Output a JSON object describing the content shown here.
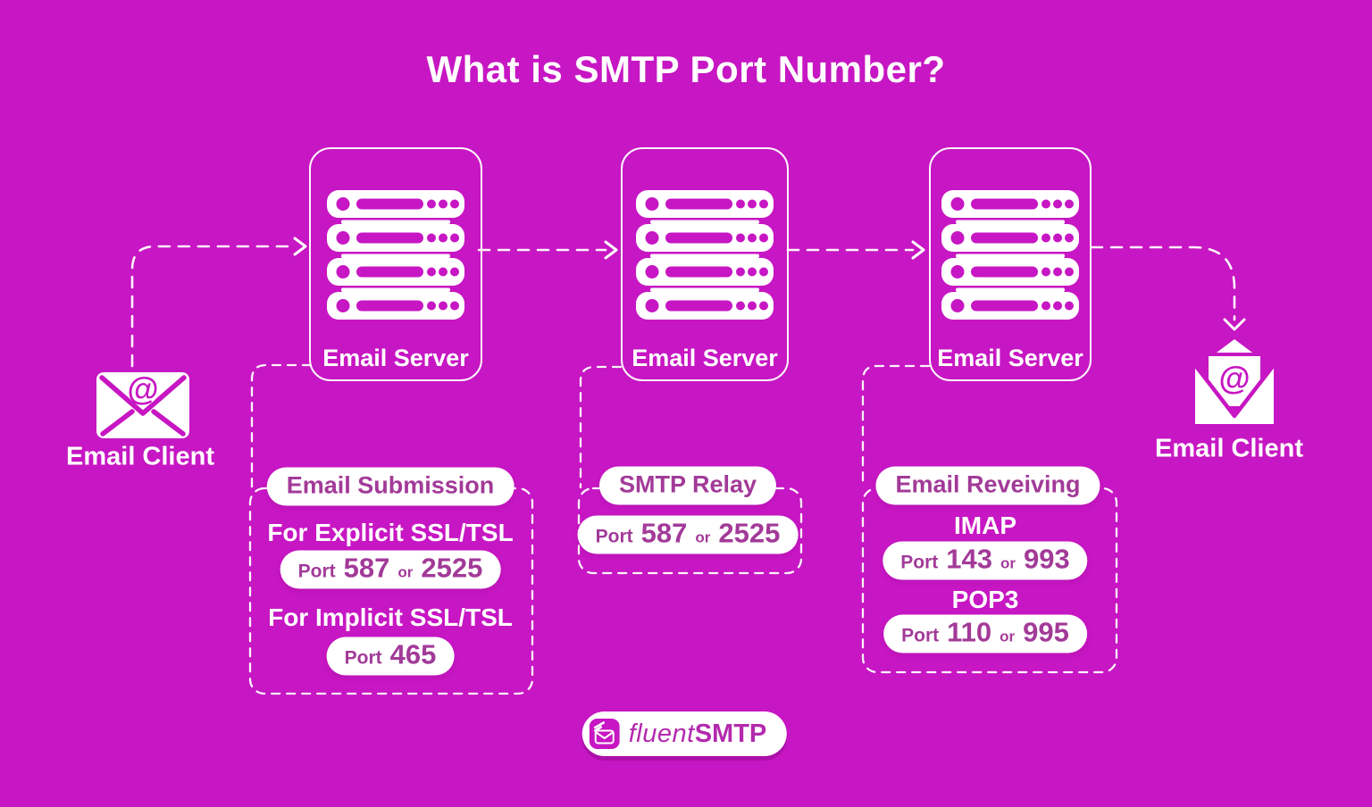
{
  "title": "What is SMTP Port Number?",
  "colors": {
    "background": "#C716C3",
    "accent_text": "#A23A98",
    "logo_text": "#B32AAD",
    "white": "#FFFFFF"
  },
  "clients": {
    "left_label": "Email Client",
    "right_label": "Email Client",
    "at_symbol": "@"
  },
  "servers": [
    {
      "label": "Email Server"
    },
    {
      "label": "Email Server"
    },
    {
      "label": "Email Server"
    }
  ],
  "sections": {
    "submission": {
      "title": "Email Submission",
      "explicit_heading": "For Explicit SSL/TSL",
      "explicit_port": {
        "prefix": "Port",
        "a": "587",
        "or": "or",
        "b": "2525"
      },
      "implicit_heading": "For Implicit SSL/TSL",
      "implicit_port": {
        "prefix": "Port",
        "a": "465"
      }
    },
    "relay": {
      "title": "SMTP Relay",
      "port": {
        "prefix": "Port",
        "a": "587",
        "or": "or",
        "b": "2525"
      }
    },
    "receiving": {
      "title": "Email Reveiving",
      "imap_heading": "IMAP",
      "imap_port": {
        "prefix": "Port",
        "a": "143",
        "or": "or",
        "b": "993"
      },
      "pop3_heading": "POP3",
      "pop3_port": {
        "prefix": "Port",
        "a": "110",
        "or": "or",
        "b": "995"
      }
    }
  },
  "logo": {
    "first": "fluent",
    "second": "SMTP"
  }
}
